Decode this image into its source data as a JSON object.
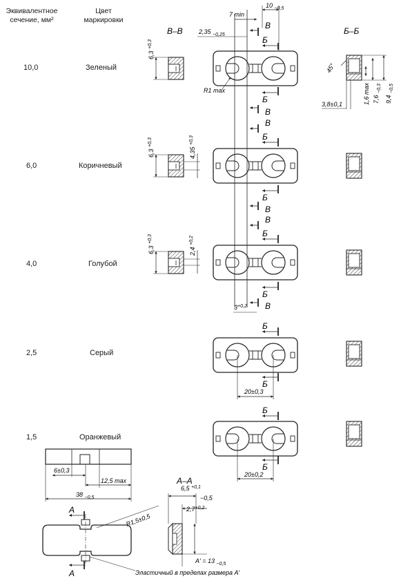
{
  "table": {
    "col1_header": [
      "Эквивалентное",
      "сечение, мм²"
    ],
    "col2_header": [
      "Цвет",
      "маркировки"
    ],
    "rows": [
      {
        "section": "10,0",
        "color": "Зеленый"
      },
      {
        "section": "6,0",
        "color": "Коричневый"
      },
      {
        "section": "4,0",
        "color": "Голубой"
      },
      {
        "section": "2,5",
        "color": "Серый"
      },
      {
        "section": "1,5",
        "color": "Оранжевый"
      }
    ]
  },
  "section_titles": {
    "vv": "В–В",
    "bb": "Б–Б",
    "aa": "А–А"
  },
  "cut_letters": {
    "v": "В",
    "b": "Б",
    "a": "А"
  },
  "dimensions": {
    "d_7min": "7 min",
    "d_10": "10",
    "d_10_tol": "−0,5",
    "d_235": "2,35",
    "d_235_tol": "−0,25",
    "d_r1max": "R1 max",
    "d_63_a": "6,3",
    "d_63_tol": "+0,3",
    "d_435": "4,35",
    "d_435_tol": "+0,3",
    "d_24": "2,4",
    "d_24_tol": "+0,2",
    "d_3": "3",
    "d_3_tol": "+0,2",
    "d_45deg": "45°",
    "d_16max": "1,6 max",
    "d_76": "7,6",
    "d_76_tol": "−0,3",
    "d_94": "9,4",
    "d_94_tol": "−0,5",
    "d_38_01": "3,8±0,1",
    "d_20_03": "20±0,3",
    "d_20_02": "20±0,2",
    "d_6_03": "6±0,3",
    "d_125max": "12,5 max",
    "d_38": "38",
    "d_38_tol": "−0,5",
    "d_r15": "R1,5±0,5",
    "d_65": "6,5",
    "d_65_tol1": "+0,1",
    "d_65_tol2": "−0,5",
    "d_27": "2,7",
    "d_27_tol": "+0,2",
    "d_a13": "A′ = 13",
    "d_a13_tol": "−0,5",
    "note": "Эластичный в пределах размера A′"
  }
}
